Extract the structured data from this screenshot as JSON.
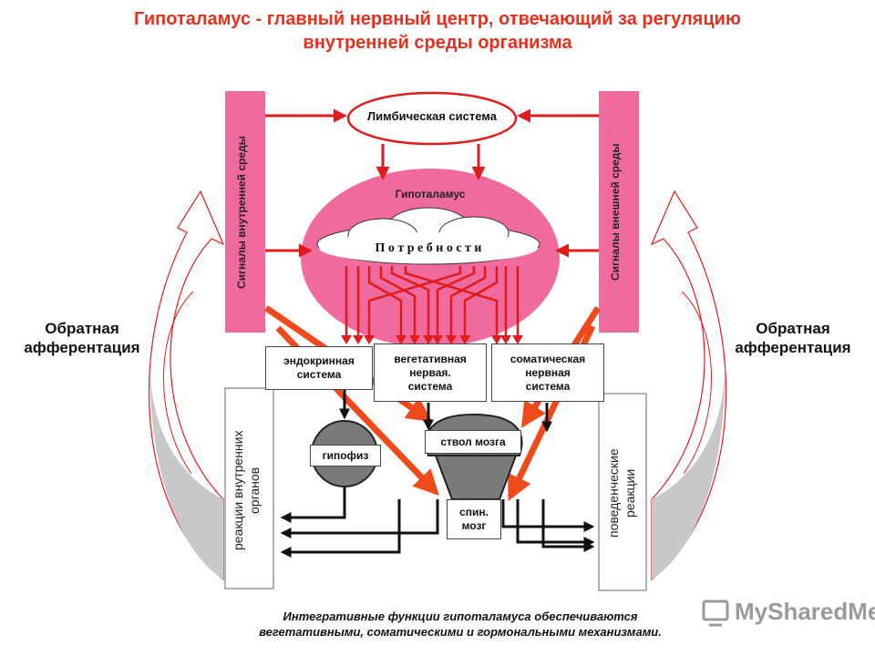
{
  "title": {
    "line1": "Гипоталамус - главный нервный центр, отвечающий за регуляцию",
    "line2": "внутренней среды организма"
  },
  "limbic": "Лимбическая система",
  "hypothalamus": "Гипоталамус",
  "needs": "П о т р е б н о с т и",
  "signals_internal": "Сигналы внутренней среды",
  "signals_external": "Сигналы внешней среды",
  "feedback_left": {
    "line1": "Обратная",
    "line2": "афферентация"
  },
  "feedback_right": {
    "line1": "Обратная",
    "line2": "афферентация"
  },
  "endocrine": {
    "line1": "эндокринная",
    "line2": "система"
  },
  "vegetative": {
    "line1": "вегетативная",
    "line2": "нервая.",
    "line3": "система"
  },
  "somatic": {
    "line1": "соматическая",
    "line2": "нервная",
    "line3": "система"
  },
  "pituitary": "гипофиз",
  "brainstem": "ствол мозга",
  "spinal": {
    "line1": "спин.",
    "line2": "мозг"
  },
  "organ_reactions": {
    "line1": "реакции внутренних",
    "line2": "органов"
  },
  "behavior_reactions": {
    "line1": "поведенческие",
    "line2": "реакции"
  },
  "footer": {
    "line1": "Интегративные функции гипоталамуса обеспечиваются",
    "line2": "вегетативными, соматическими и гормональными механизмами."
  },
  "watermark": "MySharedMe",
  "colors": {
    "red": "#e01b1b",
    "pink": "#f06a9e",
    "orange": "#f04a1a",
    "gray": "#c8c8c8"
  }
}
